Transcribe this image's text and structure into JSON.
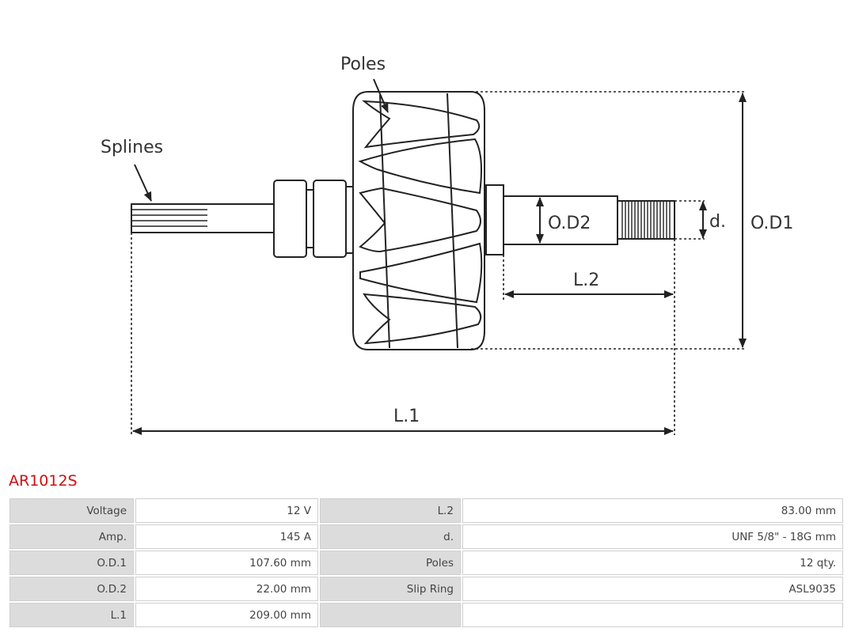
{
  "diagram": {
    "labels": {
      "poles": "Poles",
      "splines": "Splines",
      "od2": "O.D2",
      "d": "d.",
      "od1": "O.D1",
      "l2": "L.2",
      "l1": "L.1"
    }
  },
  "part_number": "AR1012S",
  "specs": {
    "rows": [
      {
        "label1": "Voltage",
        "value1": "12 V",
        "label2": "L.2",
        "value2": "83.00 mm"
      },
      {
        "label1": "Amp.",
        "value1": "145 A",
        "label2": "d.",
        "value2": "UNF 5/8\" - 18G mm"
      },
      {
        "label1": "O.D.1",
        "value1": "107.60 mm",
        "label2": "Poles",
        "value2": "12 qty."
      },
      {
        "label1": "O.D.2",
        "value1": "22.00 mm",
        "label2": "Slip Ring",
        "value2": "ASL9035"
      },
      {
        "label1": "L.1",
        "value1": "209.00 mm",
        "label2": "",
        "value2": ""
      }
    ]
  }
}
